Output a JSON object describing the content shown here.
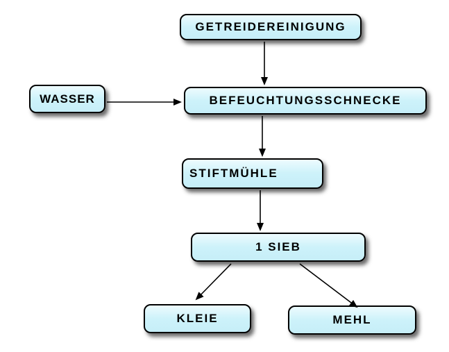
{
  "diagram": {
    "type": "flowchart",
    "nodes": [
      {
        "id": "getreidereinigung",
        "label": "GETREIDEREINIGUNG"
      },
      {
        "id": "wasser",
        "label": "WASSER"
      },
      {
        "id": "befeuchtungsschnecke",
        "label": "BEFEUCHTUNGSSCHNECKE"
      },
      {
        "id": "stiftmuehle",
        "label": "STIFTMÜHLE"
      },
      {
        "id": "sieb",
        "label": "1 SIEB"
      },
      {
        "id": "kleie",
        "label": "KLEIE"
      },
      {
        "id": "mehl",
        "label": "MEHL"
      }
    ],
    "edges": [
      {
        "from": "getreidereinigung",
        "to": "befeuchtungsschnecke"
      },
      {
        "from": "wasser",
        "to": "befeuchtungsschnecke"
      },
      {
        "from": "befeuchtungsschnecke",
        "to": "stiftmuehle"
      },
      {
        "from": "stiftmuehle",
        "to": "sieb"
      },
      {
        "from": "sieb",
        "to": "kleie"
      },
      {
        "from": "sieb",
        "to": "mehl"
      }
    ],
    "colors": {
      "node_fill": "#cdf2fa",
      "node_border": "#000000",
      "arrow": "#000000",
      "background": "#ffffff"
    }
  }
}
